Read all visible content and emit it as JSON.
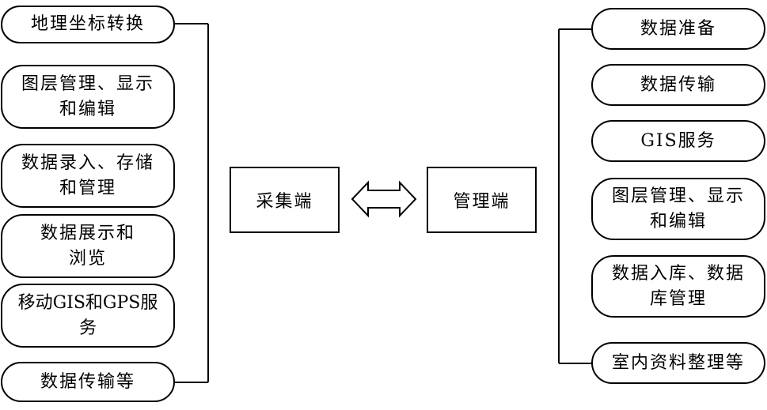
{
  "collector": {
    "title": "采集端",
    "items": [
      "地理坐标转换",
      "图层管理、显示\n和编辑",
      "数据录入、存储\n和管理",
      "数据展示和\n浏览",
      "移动GIS和GPS服\n务",
      "数据传输等"
    ]
  },
  "manager": {
    "title": "管理端",
    "items": [
      "数据准备",
      "数据传输",
      "GIS服务",
      "图层管理、显示\n和编辑",
      "数据入库、数据\n库管理",
      "室内资料整理等"
    ]
  }
}
